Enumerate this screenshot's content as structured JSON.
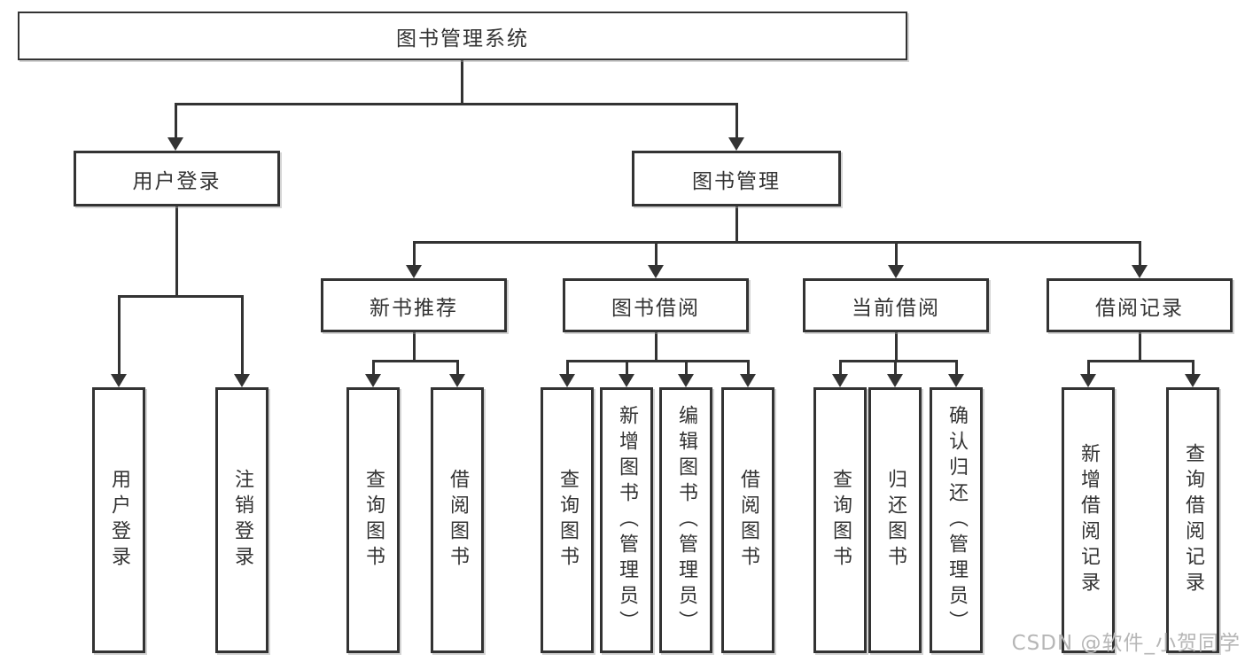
{
  "diagram": {
    "nodes": {
      "root": {
        "label": "图书管理系统"
      },
      "user-login": {
        "label": "用户登录"
      },
      "book-mgmt": {
        "label": "图书管理"
      },
      "new-book-rec": {
        "label": "新书推荐"
      },
      "book-borrow": {
        "label": "图书借阅"
      },
      "current-borrow": {
        "label": "当前借阅"
      },
      "borrow-records": {
        "label": "借阅记录"
      },
      "leaf-user-login": {
        "label": "用户登录"
      },
      "leaf-logout": {
        "label": "注销登录"
      },
      "leaf-query-book-1": {
        "label": "查询图书"
      },
      "leaf-borrow-book-1": {
        "label": "借阅图书"
      },
      "leaf-query-book-2": {
        "label": "查询图书"
      },
      "leaf-add-book": {
        "label": "新增图书（管理员）"
      },
      "leaf-edit-book": {
        "label": "编辑图书（管理员）"
      },
      "leaf-borrow-book-2": {
        "label": "借阅图书"
      },
      "leaf-query-book-3": {
        "label": "查询图书"
      },
      "leaf-return-book": {
        "label": "归还图书"
      },
      "leaf-confirm-return": {
        "label": "确认归还（管理员）"
      },
      "leaf-add-borrow-record": {
        "label": "新增借阅记录"
      },
      "leaf-query-borrow-record": {
        "label": "查询借阅记录"
      }
    },
    "hierarchy": {
      "root": [
        "user-login",
        "book-mgmt"
      ],
      "user-login": [
        "leaf-user-login",
        "leaf-logout"
      ],
      "book-mgmt": [
        "new-book-rec",
        "book-borrow",
        "current-borrow",
        "borrow-records"
      ],
      "new-book-rec": [
        "leaf-query-book-1",
        "leaf-borrow-book-1"
      ],
      "book-borrow": [
        "leaf-query-book-2",
        "leaf-add-book",
        "leaf-edit-book",
        "leaf-borrow-book-2"
      ],
      "current-borrow": [
        "leaf-query-book-3",
        "leaf-return-book",
        "leaf-confirm-return"
      ],
      "borrow-records": [
        "leaf-add-borrow-record",
        "leaf-query-borrow-record"
      ]
    }
  },
  "colors": {
    "line": "#333333",
    "text": "#333333",
    "background": "#ffffff",
    "watermark": "#b6b6b6"
  },
  "watermark": {
    "text": "CSDN @软件_小贺同学"
  }
}
